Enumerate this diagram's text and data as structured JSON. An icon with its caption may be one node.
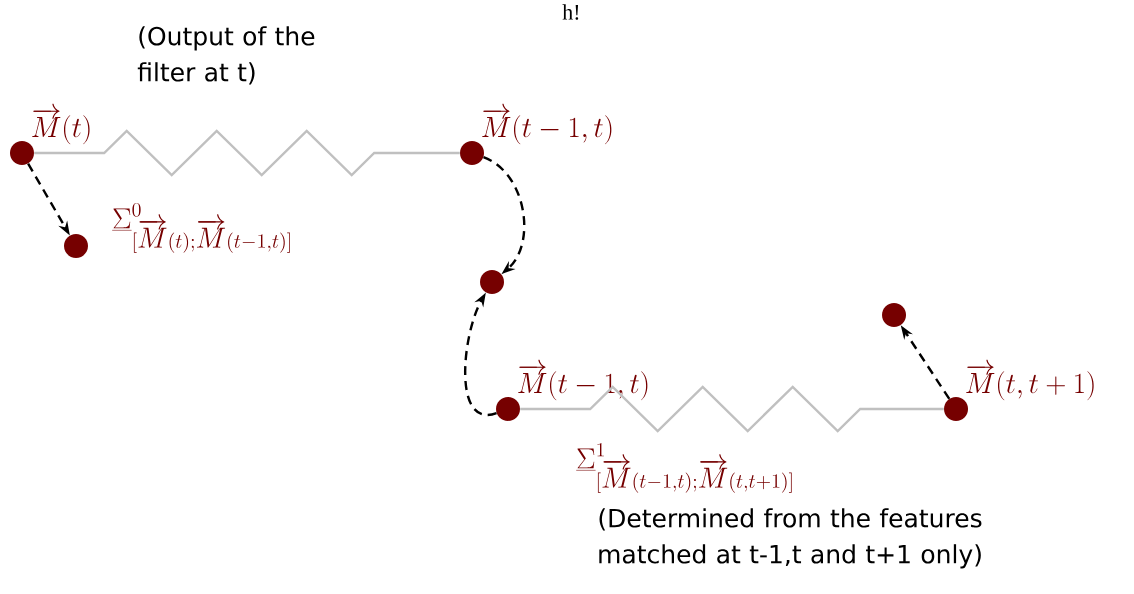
{
  "diagram": {
    "nodes": [
      {
        "text": [
          "\\overrightarrow{M}(t)"
        ]
      },
      {
        "text": [],
        "shape": "circle"
      },
      {
        "text": [
          "\\overrightarrow{M}(t-1,t)"
        ]
      },
      {
        "text": [],
        "shape": "circle"
      },
      {
        "text": [
          "\\overrightarrow{M}(t-1,t)"
        ]
      },
      {
        "text": [
          "\\overrightarrow{M}(t,t+1)"
        ]
      },
      {
        "text": [],
        "shape": "circle"
      }
    ],
    "edges": [
      {
        "from": 0,
        "to": 2,
        "arrow": "none",
        "color": "#c0c0c0"
      },
      {
        "from": 0,
        "to": 1,
        "arrow": "to",
        "style": "dashed"
      },
      {
        "from": 2,
        "to": 3,
        "arrow": "to",
        "style": "dashed"
      },
      {
        "from": 4,
        "to": 3,
        "arrow": "to",
        "style": "dashed"
      },
      {
        "from": 4,
        "to": 5,
        "arrow": "none",
        "color": "#c0c0c0"
      },
      {
        "from": 5,
        "to": 6,
        "arrow": "to",
        "style": "dashed"
      }
    ],
    "labels": [
      "h!",
      "(Output of the filter at t)",
      "\\underline{\\Sigma}^{0}_{[\\overrightarrow{M}(t);\\overrightarrow{M}(t-1,t)]}",
      "\\underline{\\Sigma}^{1}_{[\\overrightarrow{M}(t-1,t);\\overrightarrow{M}(t,t+1)]}",
      "(Determined from the features matched at t-1,t and t+1 only)"
    ]
  }
}
